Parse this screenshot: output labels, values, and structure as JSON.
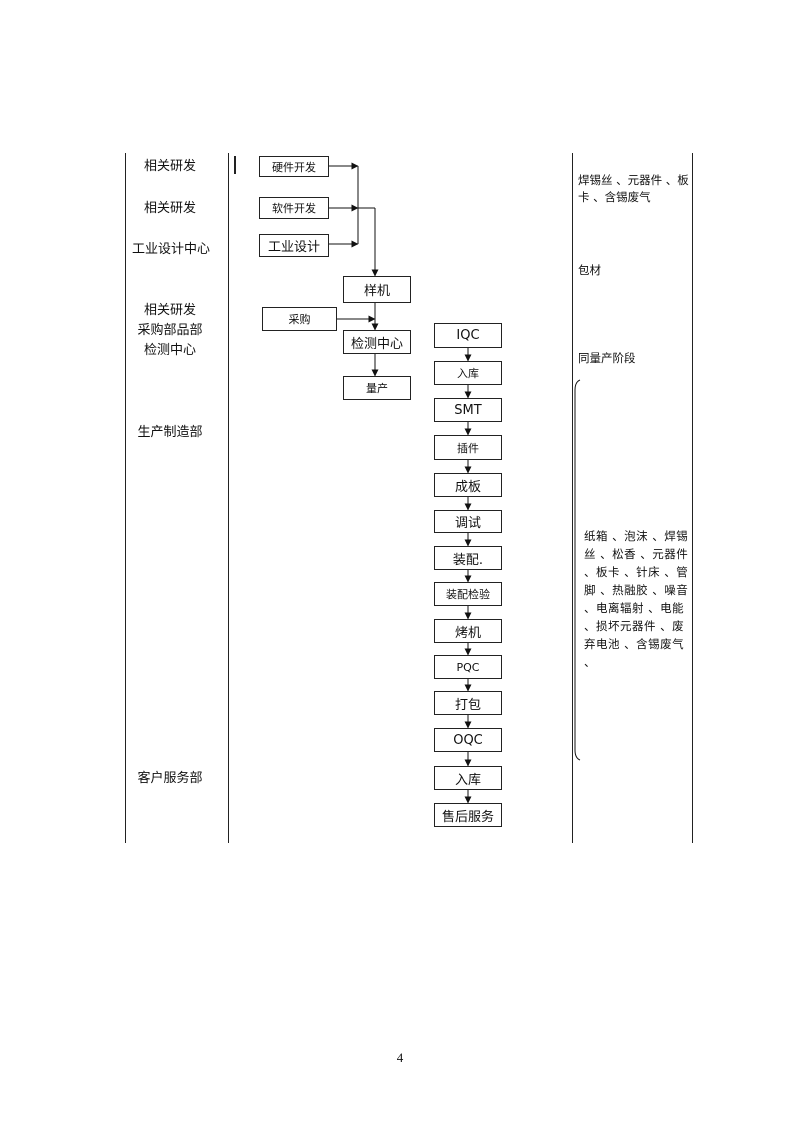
{
  "departments": {
    "rnd_1": "相关研发",
    "rnd_2": "相关研发",
    "industrial_design": "工业设计中心",
    "rnd_purchase_qc": "相关研发\n采购部品部\n检测中心",
    "production": "生产制造部",
    "customer_service": "客户服务部"
  },
  "boxes": {
    "hardware_dev": "硬件开发",
    "software_dev": "软件开发",
    "industrial_design": "工业设计",
    "prototype": "样机",
    "purchase": "采购",
    "inspection_center": "检测中心",
    "mass_production": "量产",
    "iqc": "IQC",
    "warehouse_in_1": "入库",
    "smt": "SMT",
    "insertion": "插件",
    "board": "成板",
    "debug": "调试",
    "assembly": "装配.",
    "assembly_inspect": "装配检验",
    "burn_in": "烤机",
    "pqc": "PQC",
    "packing": "打包",
    "oqc": "OQC",
    "warehouse_in_2": "入库",
    "after_sales": "售后服务"
  },
  "notes": {
    "rnd_pollutants": "焊锡丝 、元器件 、板卡 、含锡废气",
    "packaging": "包材",
    "same_as_mass": "同量产阶段",
    "production_pollutants": "纸箱 、泡沫 、焊锡丝 、松香 、元器件 、板卡 、针床 、管脚 、热融胶 、噪音 、电离辐射 、电能 、损坏元器件 、废弃电池 、含锡废气 、"
  },
  "page_number": "4"
}
